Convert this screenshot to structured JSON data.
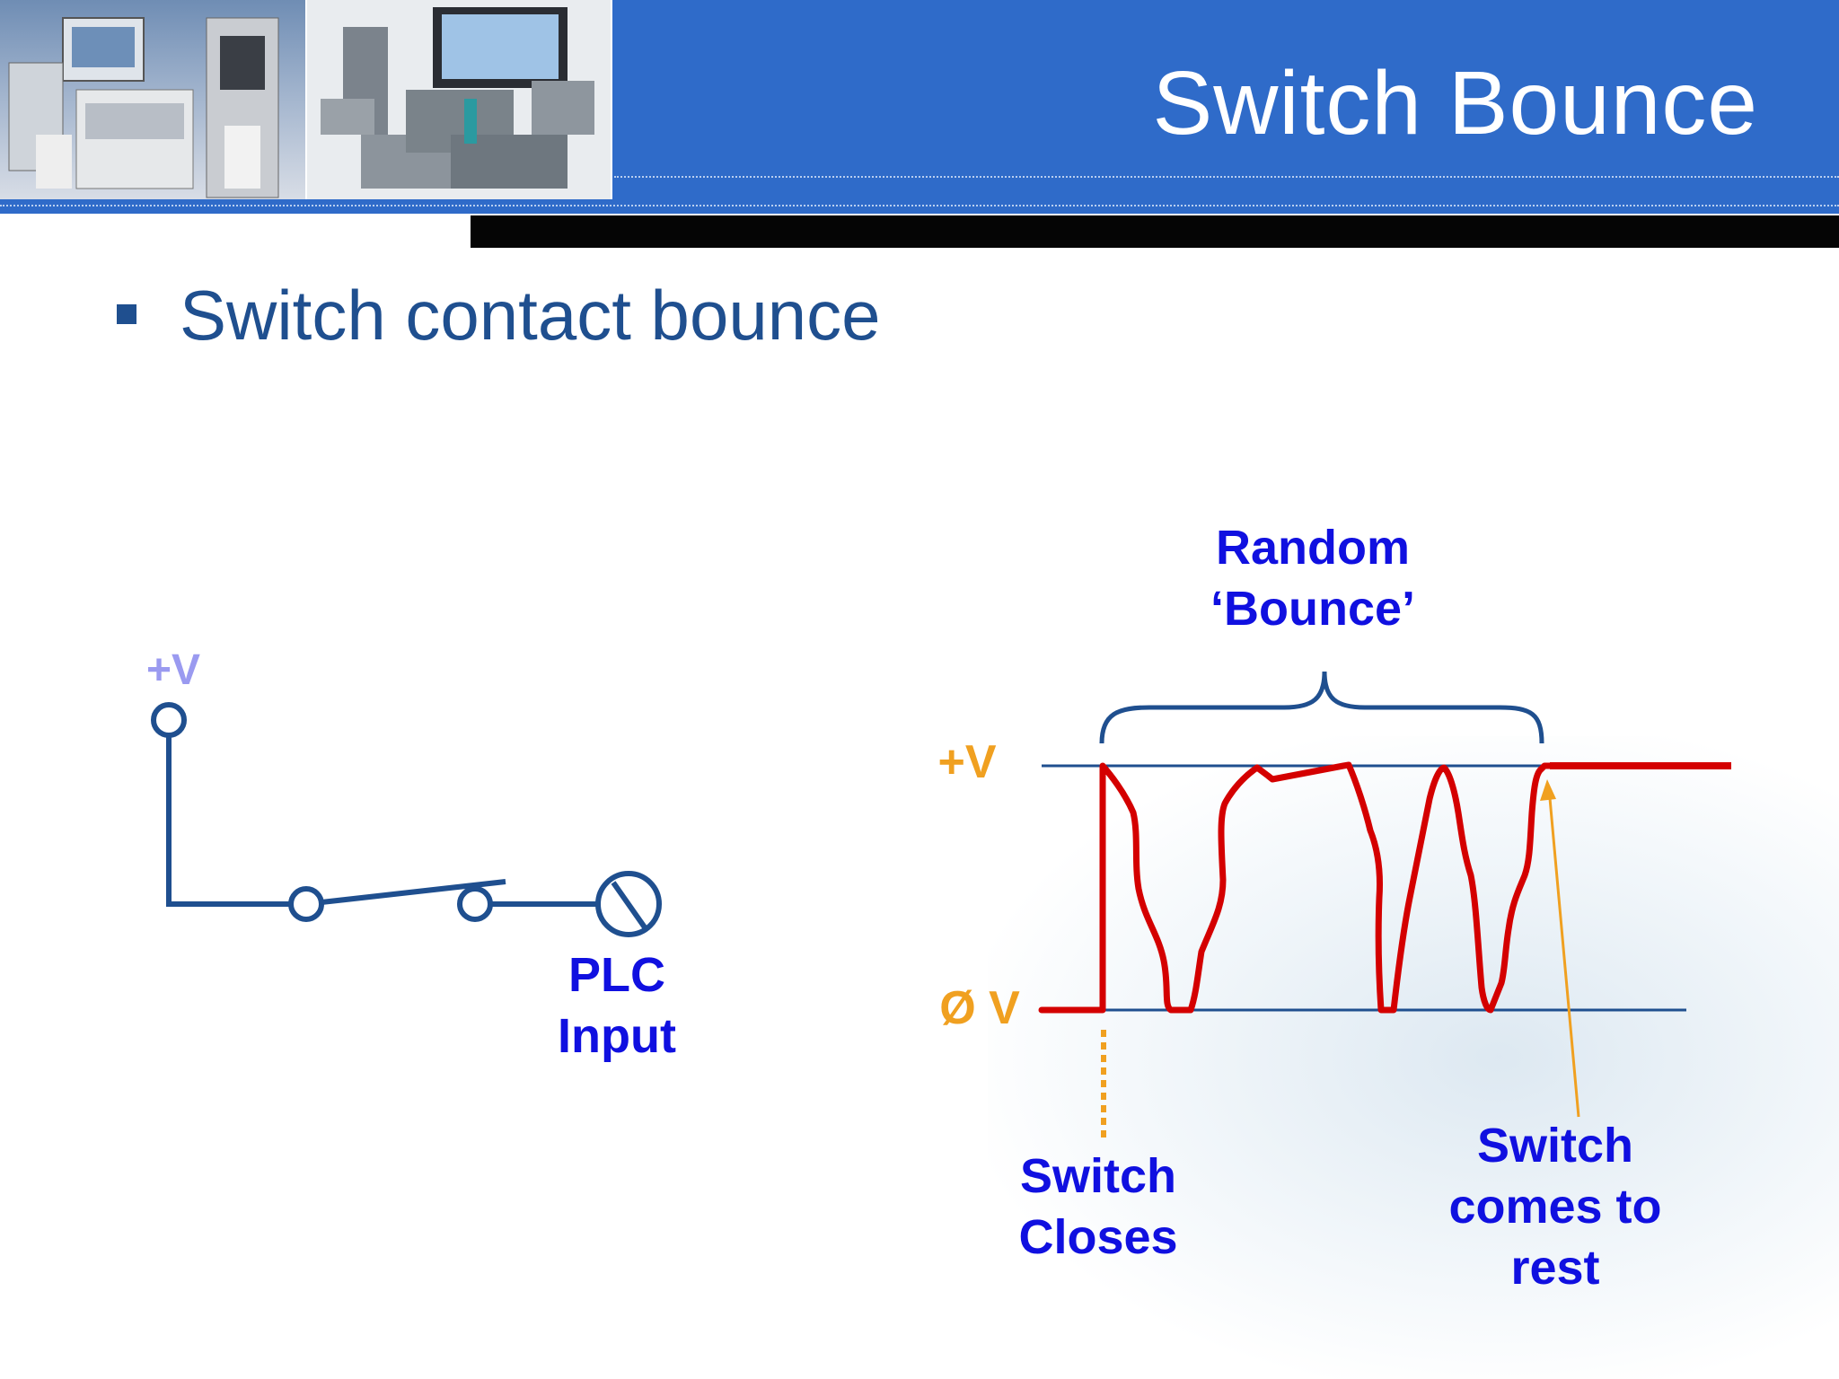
{
  "title": "Switch Bounce",
  "bullet": "Switch contact bounce",
  "circuit": {
    "supply_label": "+V",
    "input_label_line1": "PLC",
    "input_label_line2": "Input"
  },
  "waveform": {
    "high_label": "+V",
    "low_label": "Ø V",
    "bounce_label_line1": "Random",
    "bounce_label_line2": "‘Bounce’",
    "closes_label_line1": "Switch",
    "closes_label_line2": "Closes",
    "rest_label_line1": "Switch",
    "rest_label_line2": "comes to",
    "rest_label_line3": "rest"
  },
  "colors": {
    "header": "#2f6bc9",
    "circuit": "#1f4f8f",
    "signal": "#d40000",
    "voltage_labels": "#f0a020",
    "annotation_text": "#1010e0",
    "supply_label": "#9a9af0"
  }
}
